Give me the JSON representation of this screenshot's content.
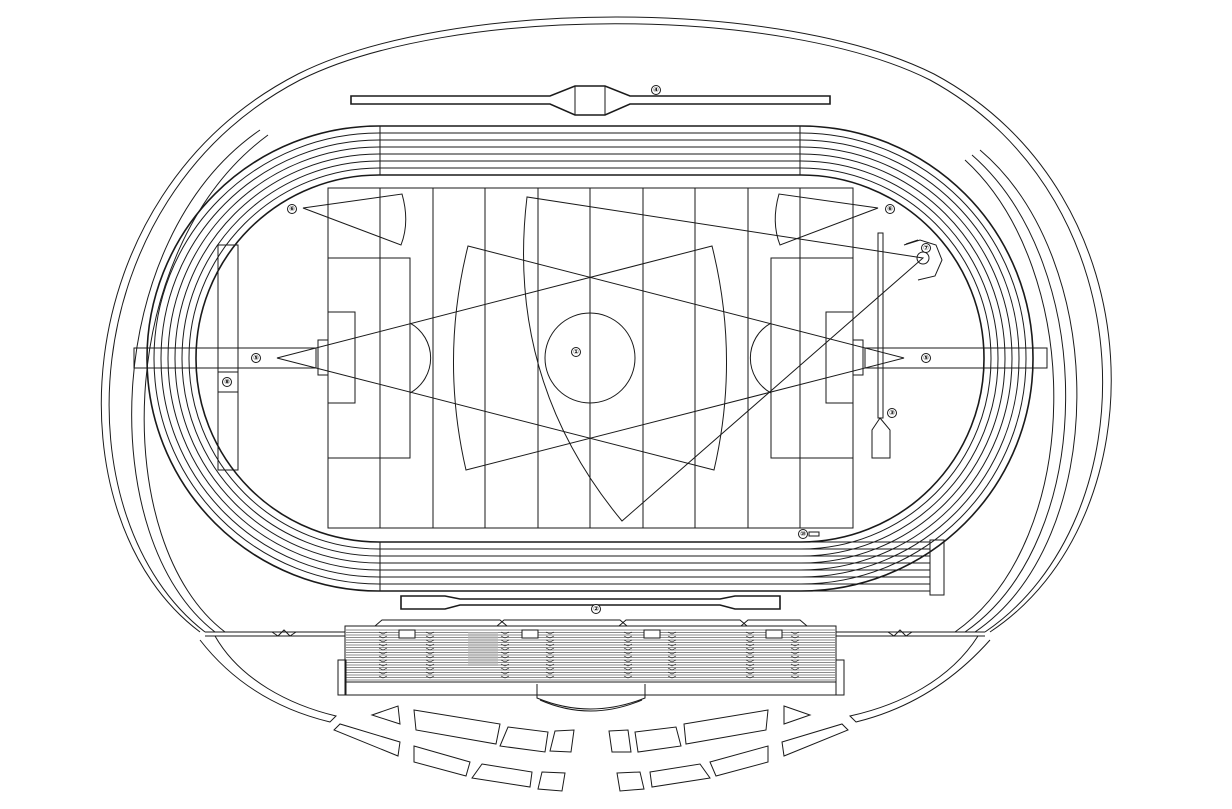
{
  "markers": [
    {
      "id": "marker-1",
      "label": "①"
    },
    {
      "id": "marker-2",
      "label": "②"
    },
    {
      "id": "marker-3",
      "label": "③"
    },
    {
      "id": "marker-4",
      "label": "④"
    },
    {
      "id": "marker-5-left",
      "label": "⑤"
    },
    {
      "id": "marker-5-right",
      "label": "⑤"
    },
    {
      "id": "marker-6-left",
      "label": "⑥"
    },
    {
      "id": "marker-6-right",
      "label": "⑥"
    },
    {
      "id": "marker-7",
      "label": "⑦"
    },
    {
      "id": "marker-8",
      "label": "⑧"
    },
    {
      "id": "marker-10",
      "label": "⑩"
    }
  ]
}
